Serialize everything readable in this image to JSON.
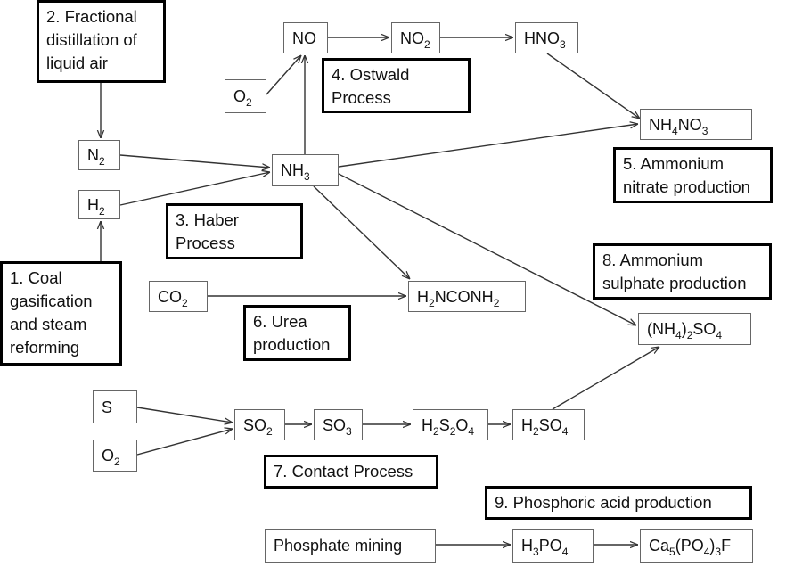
{
  "diagram": {
    "processes": {
      "p1": "1. Coal\ngasification\nand steam\nreforming",
      "p2": "2. Fractional\ndistillation of\nliquid air",
      "p3": "3. Haber\nProcess",
      "p4": "4. Ostwald\nProcess",
      "p5": "5. Ammonium\nnitrate production",
      "p6": "6. Urea\nproduction",
      "p7": "7. Contact Process",
      "p8": "8. Ammonium\nsulphate production",
      "p9": "9. Phosphoric acid production"
    },
    "chemicals": {
      "n2": [
        {
          "t": "N"
        },
        {
          "t": "2",
          "sub": true
        }
      ],
      "h2": [
        {
          "t": "H"
        },
        {
          "t": "2",
          "sub": true
        }
      ],
      "o2_top": [
        {
          "t": "O"
        },
        {
          "t": "2",
          "sub": true
        }
      ],
      "no": [
        {
          "t": "NO"
        }
      ],
      "no2": [
        {
          "t": "NO"
        },
        {
          "t": "2",
          "sub": true
        }
      ],
      "hno3": [
        {
          "t": "HNO"
        },
        {
          "t": "3",
          "sub": true
        }
      ],
      "nh4no3": [
        {
          "t": "NH"
        },
        {
          "t": "4",
          "sub": true
        },
        {
          "t": "NO"
        },
        {
          "t": "3",
          "sub": true
        }
      ],
      "nh3": [
        {
          "t": "NH"
        },
        {
          "t": "3",
          "sub": true
        }
      ],
      "co2": [
        {
          "t": "CO"
        },
        {
          "t": "2",
          "sub": true
        }
      ],
      "urea": [
        {
          "t": "H"
        },
        {
          "t": "2",
          "sub": true
        },
        {
          "t": "NCONH"
        },
        {
          "t": "2",
          "sub": true
        }
      ],
      "amso4": [
        {
          "t": "(NH"
        },
        {
          "t": "4",
          "sub": true
        },
        {
          "t": ")"
        },
        {
          "t": "2",
          "sub": true
        },
        {
          "t": "SO"
        },
        {
          "t": "4",
          "sub": true
        }
      ],
      "s": [
        {
          "t": "S"
        }
      ],
      "o2_bot": [
        {
          "t": "O"
        },
        {
          "t": "2",
          "sub": true
        }
      ],
      "so2": [
        {
          "t": "SO"
        },
        {
          "t": "2",
          "sub": true
        }
      ],
      "so3": [
        {
          "t": "SO"
        },
        {
          "t": "3",
          "sub": true
        }
      ],
      "h2s2o4": [
        {
          "t": "H"
        },
        {
          "t": "2",
          "sub": true
        },
        {
          "t": "S"
        },
        {
          "t": "2",
          "sub": true
        },
        {
          "t": "O"
        },
        {
          "t": "4",
          "sub": true
        }
      ],
      "h2so4": [
        {
          "t": "H"
        },
        {
          "t": "2",
          "sub": true
        },
        {
          "t": "SO"
        },
        {
          "t": "4",
          "sub": true
        }
      ],
      "phos": [
        {
          "t": "Phosphate mining"
        }
      ],
      "h3po4": [
        {
          "t": "H"
        },
        {
          "t": "3",
          "sub": true
        },
        {
          "t": "PO"
        },
        {
          "t": "4",
          "sub": true
        }
      ],
      "apatite": [
        {
          "t": "Ca"
        },
        {
          "t": "5",
          "sub": true
        },
        {
          "t": "(PO"
        },
        {
          "t": "4",
          "sub": true
        },
        {
          "t": ")"
        },
        {
          "t": "3",
          "sub": true
        },
        {
          "t": "F"
        }
      ]
    },
    "arrow_color": "#333333"
  }
}
